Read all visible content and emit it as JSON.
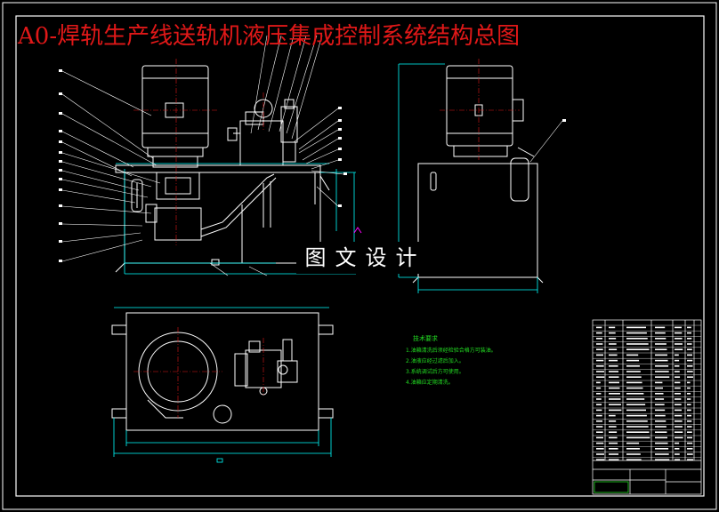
{
  "drawing": {
    "title": "A0-焊轨生产线送轨机液压集成控制系统结构总图",
    "watermark": "图文设计",
    "notes": {
      "heading": "技术要求",
      "items": [
        "1.油箱清洗后须经检验合格方可装油。",
        "2.油液应经过滤后加入。",
        "3.系统调试后方可使用。",
        "4.油箱应定期清洗。"
      ]
    },
    "colors": {
      "background": "#000000",
      "border": "#ffffff",
      "title": "#e01818",
      "geometry": "#ffffff",
      "dimensions": "#00ffff",
      "leaders": "#ffffff",
      "notes": "#22dd22",
      "highlight": "#ff00ff"
    }
  }
}
